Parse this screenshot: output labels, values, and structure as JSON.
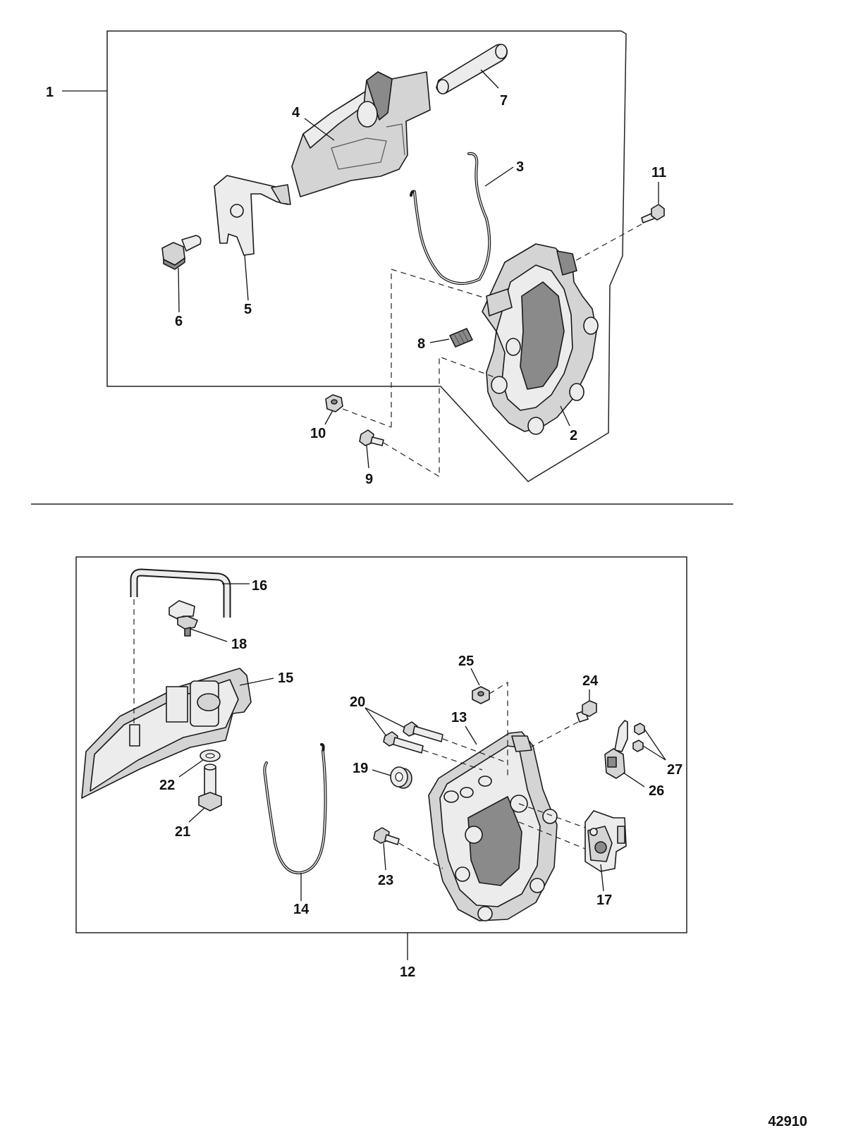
{
  "figure_number": "42910",
  "callouts": {
    "c1": "1",
    "c2": "2",
    "c3": "3",
    "c4": "4",
    "c5": "5",
    "c6": "6",
    "c7": "7",
    "c8": "8",
    "c9": "9",
    "c10": "10",
    "c11": "11",
    "c12": "12",
    "c13": "13",
    "c14": "14",
    "c15": "15",
    "c16": "16",
    "c17": "17",
    "c18": "18",
    "c19": "19",
    "c20": "20",
    "c21": "21",
    "c22": "22",
    "c23": "23",
    "c24": "24",
    "c25": "25",
    "c26": "26",
    "c27": "27"
  }
}
